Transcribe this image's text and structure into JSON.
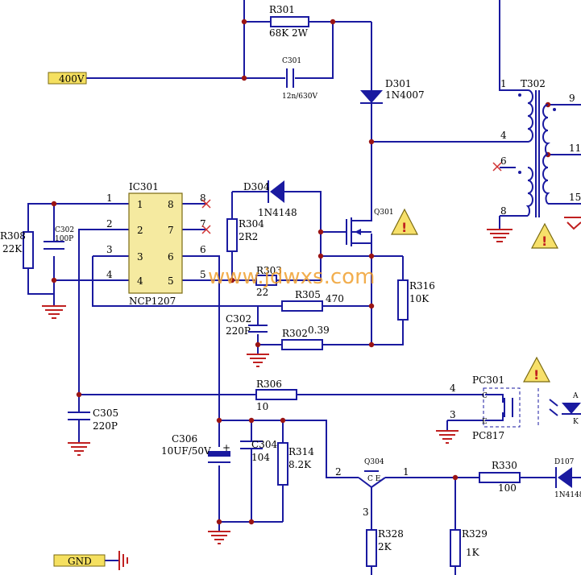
{
  "nets": {
    "vin": "400V",
    "gnd": "GND"
  },
  "ic301": {
    "ref": "IC301",
    "part": "NCP1207",
    "pins": [
      "1",
      "2",
      "3",
      "4",
      "5",
      "6",
      "7",
      "8"
    ],
    "ext_pins": [
      "1",
      "2",
      "3",
      "4",
      "5",
      "6",
      "7",
      "8"
    ]
  },
  "components": {
    "r301": {
      "ref": "R301",
      "val": "68K 2W"
    },
    "c301": {
      "ref": "C301",
      "val": "12n/630V"
    },
    "d301": {
      "ref": "D301",
      "val": "1N4007"
    },
    "t302": {
      "ref": "T302",
      "pins": [
        "1",
        "4",
        "6",
        "8",
        "9",
        "11",
        "15"
      ]
    },
    "d304": {
      "ref": "D304",
      "val": "1N4148"
    },
    "r304": {
      "ref": "R304",
      "val": "2R2"
    },
    "q301": {
      "ref": "Q301"
    },
    "r303": {
      "ref": "R303",
      "val": "22"
    },
    "r305": {
      "ref": "R305",
      "val": "470"
    },
    "r316": {
      "ref": "R316",
      "val": "10K"
    },
    "c302": {
      "ref": "C302",
      "val": "220P"
    },
    "r302": {
      "ref": "R302",
      "val": "0.39"
    },
    "r308": {
      "ref": "R308",
      "val": "22K"
    },
    "c302b": {
      "ref": "C302",
      "val": "100P"
    },
    "r306": {
      "ref": "R306",
      "val": "10"
    },
    "c305": {
      "ref": "C305",
      "val": "220P"
    },
    "pc301": {
      "ref": "PC301",
      "part": "PC817",
      "pins": [
        "4",
        "3"
      ],
      "pin_c": "C",
      "pin_e": "E",
      "pin_a": "A",
      "pin_k": "K"
    },
    "c306": {
      "ref": "C306",
      "val": "10UF/50V",
      "plus": "+"
    },
    "c304": {
      "ref": "C304",
      "val": "104"
    },
    "r314": {
      "ref": "R314",
      "val": "8.2K"
    },
    "q304": {
      "ref": "Q304",
      "pins": [
        "2",
        "1",
        "3"
      ],
      "label": "C E"
    },
    "r330": {
      "ref": "R330",
      "val": "100"
    },
    "d107": {
      "ref": "D107",
      "val": "1N4148"
    },
    "r328": {
      "ref": "R328",
      "val": "2K"
    },
    "r329": {
      "ref": "R329",
      "val": "1K"
    }
  },
  "warning_symbol": "!",
  "watermark": "www.jdwxs.com",
  "colors": {
    "wire": "#1a1aa0",
    "ground": "#c02020",
    "net_label": "#f5e060",
    "junction": "#9a1414",
    "ic_fill": "#f5eaa0",
    "warning": "#f7e06a"
  }
}
